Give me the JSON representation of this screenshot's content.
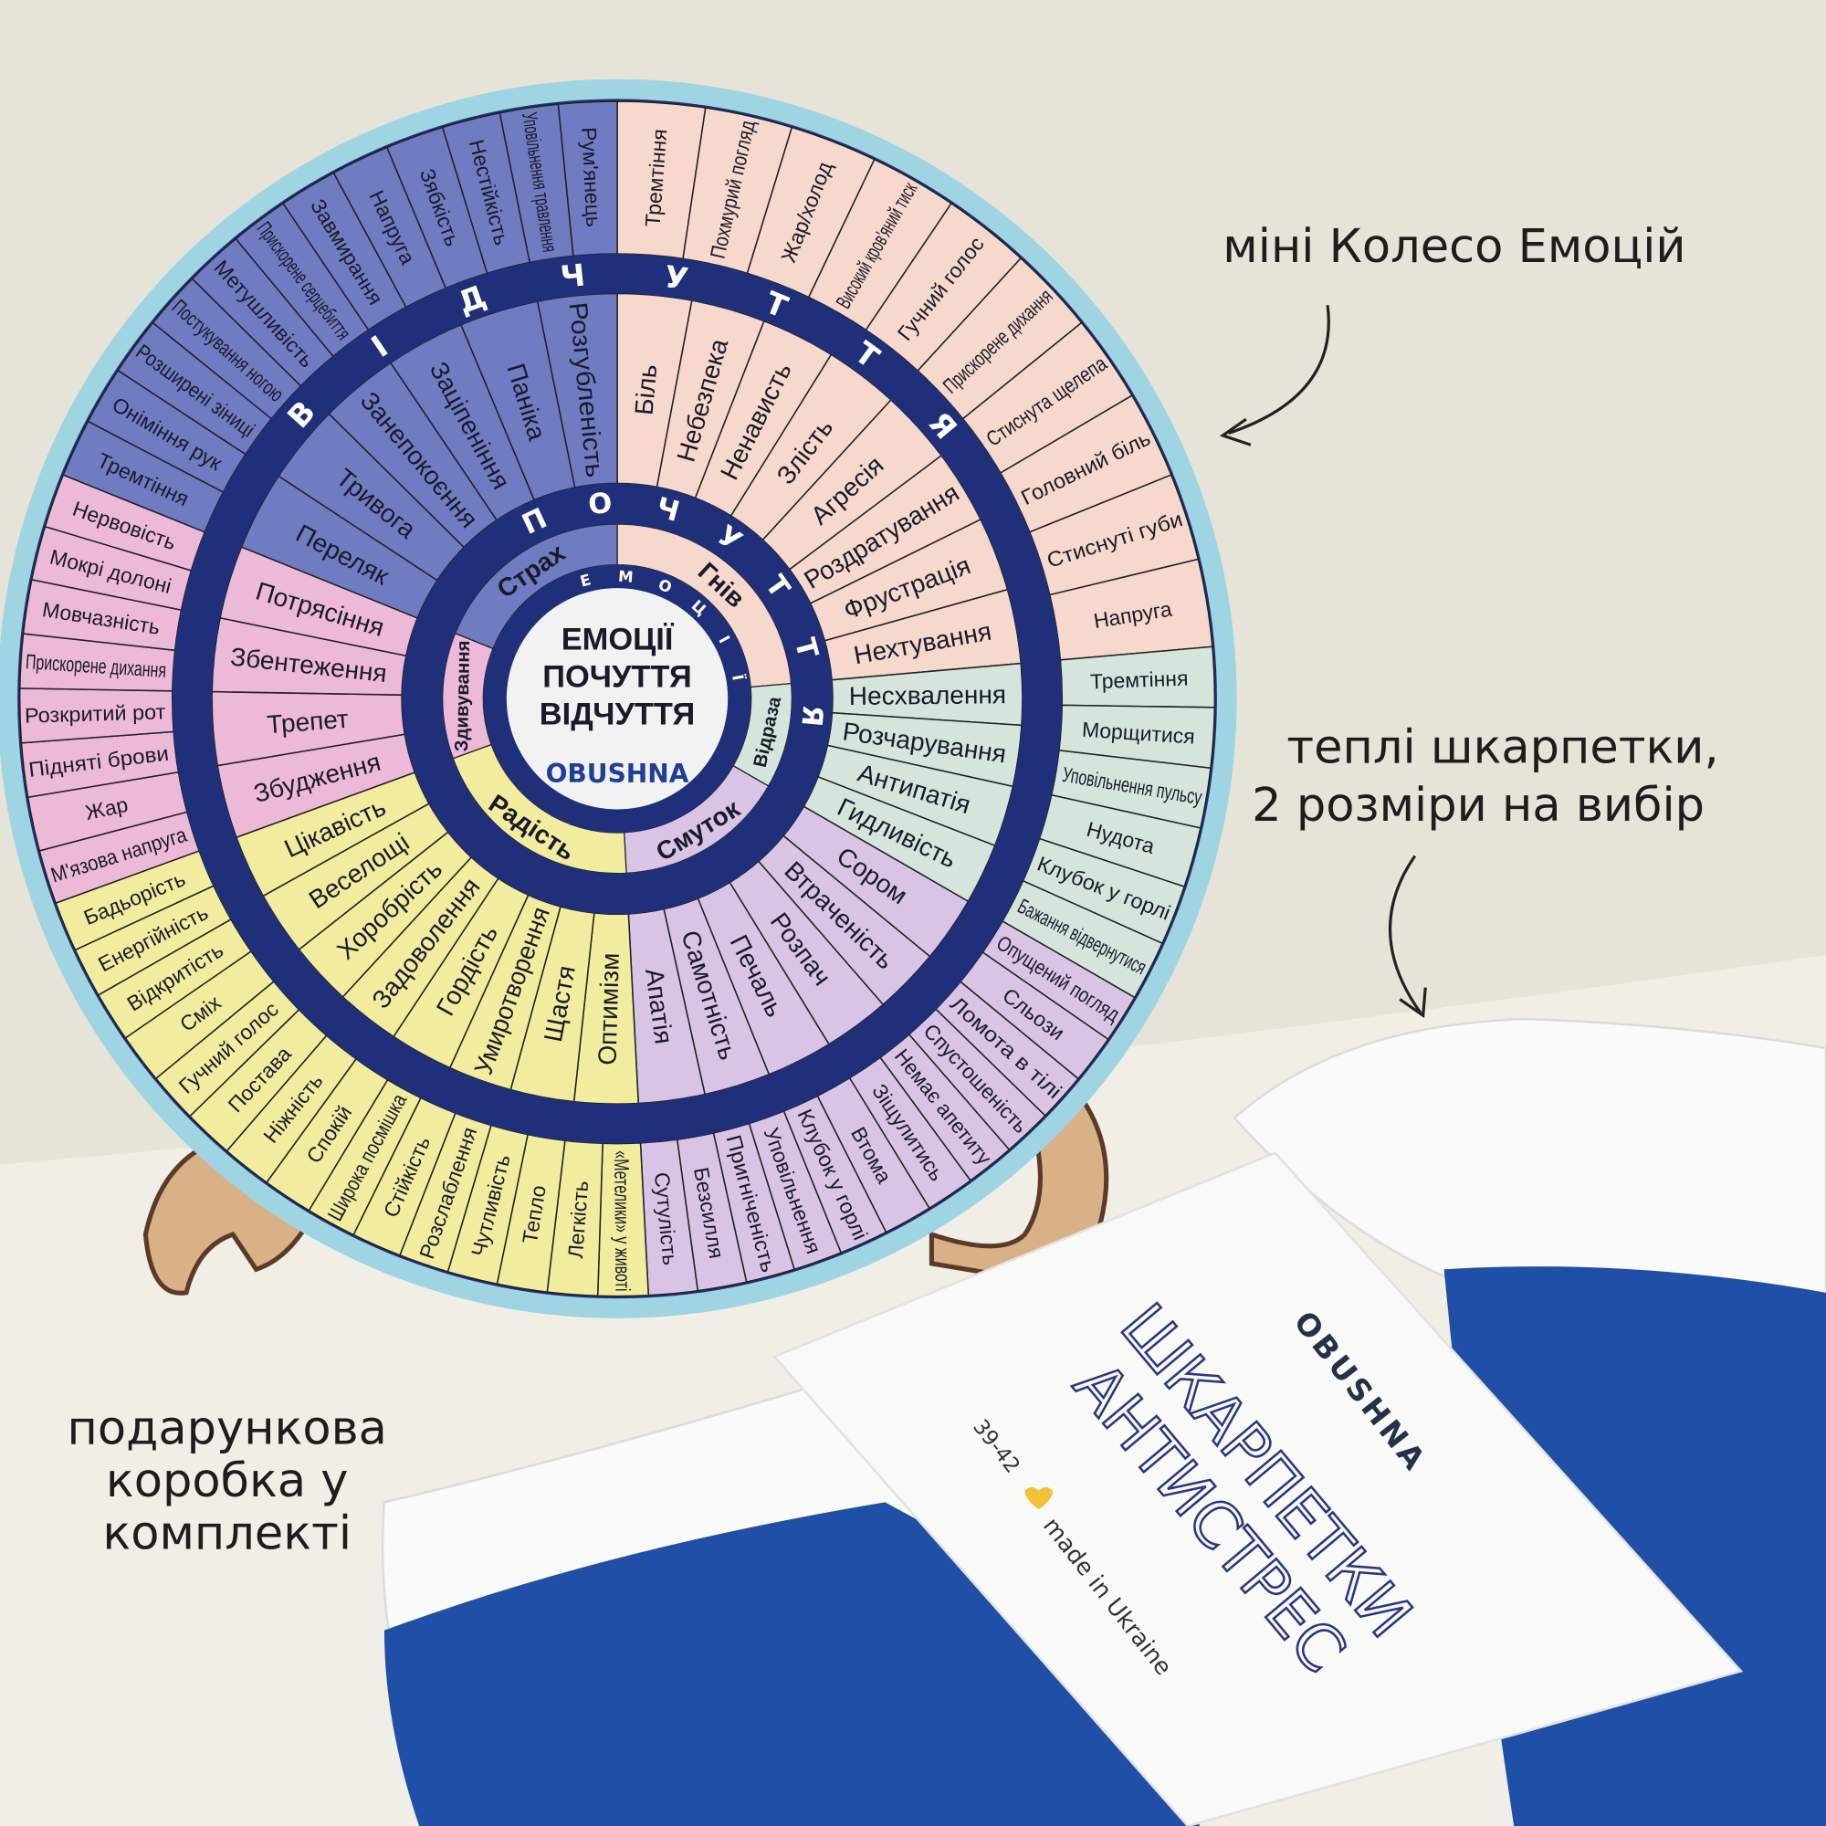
{
  "annotations": {
    "wheel": "міні Колесо Емоцій",
    "socks_line1": "теплі шкарпетки,",
    "socks_line2": "2 розміри на вибір",
    "box_line1": "подарункова",
    "box_line2": "коробка у",
    "box_line3": "комплекті"
  },
  "wheel": {
    "center_lines": [
      "ЕМОЦІЇ",
      "ПОЧУТТЯ",
      "ВІДЧУТТЯ"
    ],
    "brand": "OBUSHNA",
    "ring_labels": {
      "emotions": "ЕМОЦІЇ",
      "feelings": "ПОЧУТТЯ",
      "sensations": "ВІДЧУТТЯ"
    },
    "colors": {
      "navy": "#1f2f7a",
      "rim": "#9fd4e2",
      "center": "#f2f2f2",
      "brand": "#1f3e98"
    },
    "groups": [
      {
        "emotion": "Гнів",
        "color": "#f6d8cc",
        "feelings": [
          "Біль",
          "Небезпека",
          "Ненависть",
          "Злість",
          "Агресія",
          "Роздратування",
          "Фрустрація",
          "Нехтування"
        ],
        "sensations": [
          "Тремтіння",
          "Похмурий погляд",
          "Жар/холод",
          "Високий кров'яний тиск",
          "Гучний голос",
          "Прискорене дихання",
          "Стиснута щелепа",
          "Головний біль",
          "Стиснуті губи",
          "Напруга"
        ]
      },
      {
        "emotion": "Відраза",
        "color": "#d5e5dc",
        "feelings": [
          "Несхвалення",
          "Розчарування",
          "Антипатія",
          "Гидливість"
        ],
        "sensations": [
          "Тремтіння",
          "Морщитися",
          "Уповільнення пульсу",
          "Нудота",
          "Клубок у горлі",
          "Бажання відвернутися"
        ]
      },
      {
        "emotion": "Смуток",
        "color": "#d9c4e6",
        "feelings": [
          "Сором",
          "Втраченість",
          "Розпач",
          "Печаль",
          "Самотність",
          "Апатія"
        ],
        "sensations": [
          "Опущений погляд",
          "Сльози",
          "Ломота в тілі",
          "Спустошеність",
          "Немає апетиту",
          "Зіщулитись",
          "Втома",
          "Клубок у горлі",
          "Уповільнення",
          "Пригніченість",
          "Безсилля",
          "Сутулість"
        ]
      },
      {
        "emotion": "Радість",
        "color": "#f2ec9e",
        "feelings": [
          "Оптимізм",
          "Щастя",
          "Умиротворення",
          "Гордість",
          "Задоволення",
          "Хоробрість",
          "Веселощі",
          "Цікавість"
        ],
        "sensations": [
          "«Метелики» у животі",
          "Легкість",
          "Тепло",
          "Чутливість",
          "Розслаблення",
          "Стійкість",
          "Широка посмішка",
          "Спокій",
          "Ніжність",
          "Постава",
          "Гучний голос",
          "Сміх",
          "Відкритість",
          "Енергійність",
          "Бадьорість"
        ]
      },
      {
        "emotion": "Здивування",
        "color": "#ecbad8",
        "feelings": [
          "Збудження",
          "Трепет",
          "Збентеження",
          "Потрясіння"
        ],
        "sensations": [
          "М'язова напруга",
          "Жар",
          "Підняті брови",
          "Розкритий рот",
          "Прискорене дихання",
          "Мовчазність",
          "Мокрі долоні",
          "Нервовість"
        ]
      },
      {
        "emotion": "Страх",
        "color": "#6f7cc2",
        "feelings": [
          "Переляк",
          "Тривога",
          "Занепокоєння",
          "Заціпеніння",
          "Паніка",
          "Розгубленість"
        ],
        "sensations": [
          "Тремтіння",
          "Оніміння рук",
          "Розширені зіниці",
          "Постукування ногою",
          "Метушливість",
          "Прискорене серцебиття",
          "Завмирання",
          "Напруга",
          "Зябкість",
          "Нестійкість",
          "Уповільнення травлення",
          "Рум'янець"
        ]
      }
    ]
  },
  "sock_card": {
    "brand": "OBUSHNA",
    "title_line1": "ШКАРПЕТКИ",
    "title_line2": "АНТИСТРЕС",
    "size": "39-42",
    "origin": "made in Ukraine"
  }
}
